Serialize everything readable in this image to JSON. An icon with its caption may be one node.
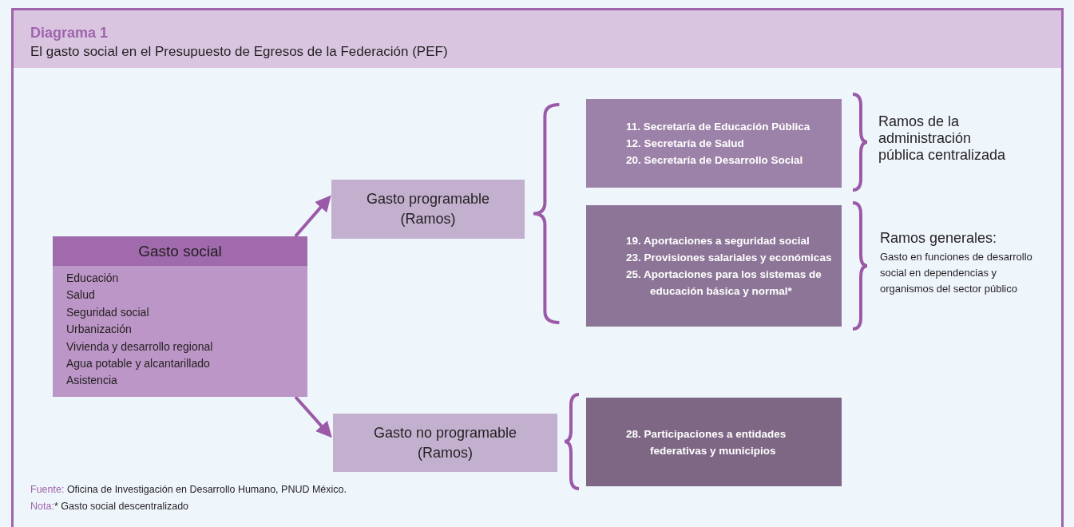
{
  "diagram": {
    "title": "Diagrama 1",
    "nodes": [
      {
        "text": [
          "Gasto social",
          "Educación",
          "Salud",
          "Seguridad social",
          "Urbanización",
          "Vivienda y desarrollo regional",
          "Agua potable y alcantarillado",
          "Asistencia"
        ]
      },
      {
        "text": [
          "Gasto programable (Ramos)"
        ]
      },
      {
        "text": [
          "Gasto no programable (Ramos)"
        ]
      },
      {
        "text": [
          "11. Secretaría de Educación Pública",
          "12. Secretaría de Salud",
          "20. Secretaría de Desarrollo Social"
        ],
        "beside": [
          "Ramos de la administración pública centralizada"
        ]
      },
      {
        "text": [
          "19. Aportaciones a seguridad social",
          "23. Provisiones salariales y económicas",
          "25. Aportaciones para los sistemas de educación básica y normal*"
        ],
        "beside": [
          "Ramos generales:",
          "Gasto en funciones de desarrollo social en dependencias y organismos del sector público"
        ]
      },
      {
        "text": [
          "28. Participaciones a entidades federativas y municipios"
        ]
      }
    ],
    "edges": [
      {
        "from": 0,
        "to": 1,
        "arrow": "to"
      },
      {
        "from": 0,
        "to": 2,
        "arrow": "to"
      }
    ],
    "labels": [
      "El gasto social en el Presupuesto de Egresos de la Federación (PEF)",
      "Fuente:",
      "Oficina de Investigación en Desarrollo Humano, PNUD México.",
      "Nota:",
      "* Gasto social descentralizado"
    ]
  }
}
